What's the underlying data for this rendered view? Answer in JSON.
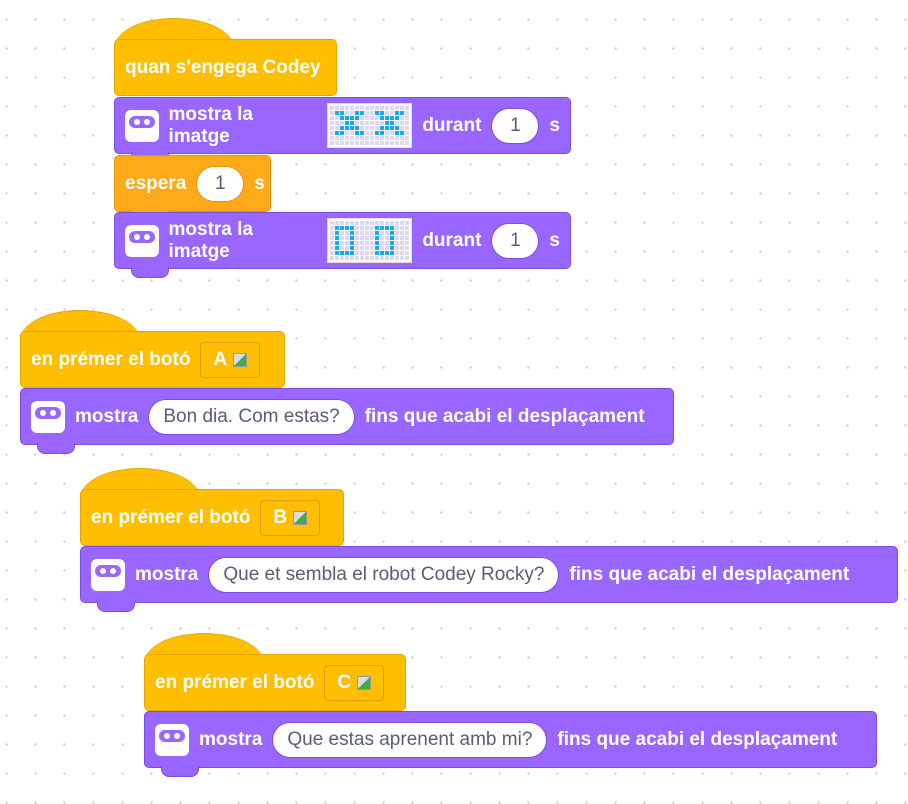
{
  "script1": {
    "hat": "quan s'engega Codey",
    "show1": {
      "label": "mostra la imatge",
      "during": "durant",
      "value": "1",
      "unit": "s",
      "image": [
        "0000000000000000",
        "0110011001100110",
        "0011110000111100",
        "0001100000011000",
        "0011110000111100",
        "0110011001100110",
        "0000000000000000",
        "0000000000000000"
      ]
    },
    "wait": {
      "label": "espera",
      "value": "1",
      "unit": "s"
    },
    "show2": {
      "label": "mostra la imatge",
      "during": "durant",
      "value": "1",
      "unit": "s",
      "image": [
        "0000000000000000",
        "0111100001111000",
        "0100100001001000",
        "0100100001001000",
        "0100100001001000",
        "0100100001001000",
        "0111100001111000",
        "0000000000000000"
      ]
    }
  },
  "scripts": [
    {
      "hat": "en prémer el botó",
      "button": "A",
      "show": "mostra",
      "text": "Bon dia. Com estas?",
      "until": "fins que acabi el desplaçament"
    },
    {
      "hat": "en prémer el botó",
      "button": "B",
      "show": "mostra",
      "text": "Que et sembla el robot Codey Rocky?",
      "until": "fins que acabi el desplaçament"
    },
    {
      "hat": "en prémer el botó",
      "button": "C",
      "show": "mostra",
      "text": "Que estas aprenent amb mi?",
      "until": "fins que acabi el desplaçament"
    }
  ]
}
